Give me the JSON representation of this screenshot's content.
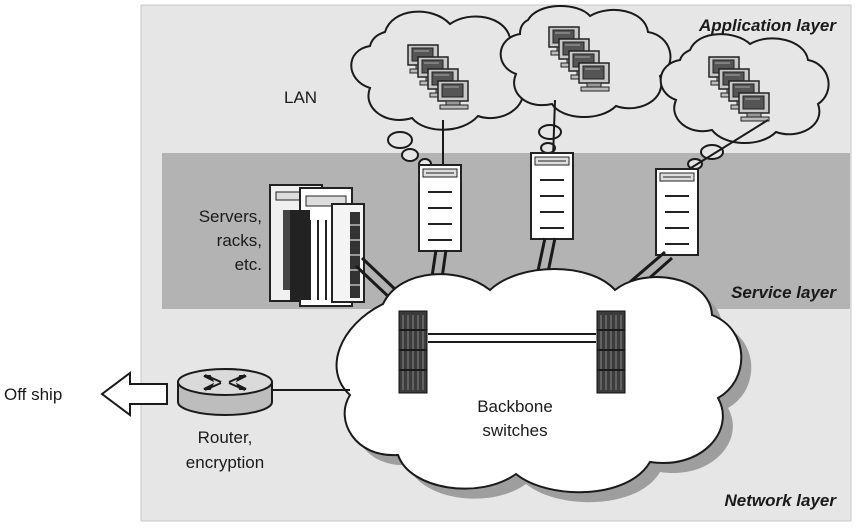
{
  "layers": {
    "application": "Application layer",
    "service": "Service layer",
    "network": "Network layer"
  },
  "labels": {
    "lan": "LAN",
    "servers": [
      "Servers,",
      "racks,",
      "etc."
    ],
    "backbone": [
      "Backbone",
      "switches"
    ],
    "router": [
      "Router,",
      "encryption"
    ],
    "off_ship": "Off ship"
  },
  "colors": {
    "application_layer_bg": "#e6e6e6",
    "service_layer_bg": "#b3b3b3",
    "cloud_fill": "#ffffff",
    "cloud_shadow": "#9e9e9e",
    "switch_dark": "#3c3c3c",
    "router_body": "#cfcfcf"
  },
  "icons": {
    "lan_cloud": "lan-cloud-icon",
    "workstation": "workstation-icon",
    "server": "server-tower-icon",
    "rack": "server-rack-icon",
    "backbone_switch": "backbone-switch-icon",
    "router": "router-icon",
    "arrow": "left-arrow-icon"
  }
}
